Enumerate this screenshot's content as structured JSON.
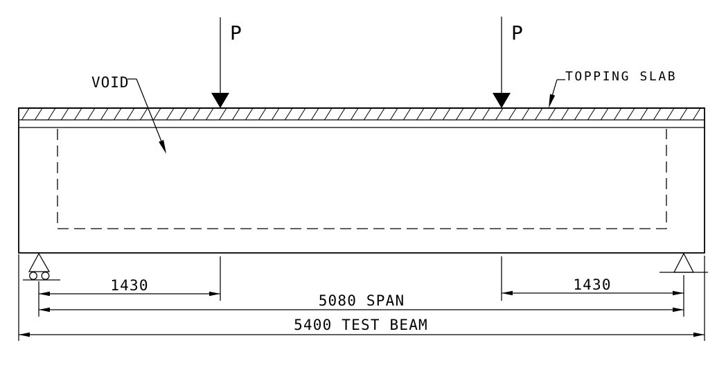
{
  "diagram": {
    "description": "Four-point bending test setup of voided test beam with topping slab",
    "background_color": "#ffffff",
    "line_color": "#000000",
    "loads": {
      "left": "P",
      "right": "P"
    },
    "labels": {
      "void": "VOID",
      "topping_slab": "TOPPING SLAB"
    },
    "dimensions": {
      "left_shear_span": "1430",
      "right_shear_span": "1430",
      "span": "5080 SPAN",
      "total_length": "5400 TEST BEAM"
    }
  }
}
